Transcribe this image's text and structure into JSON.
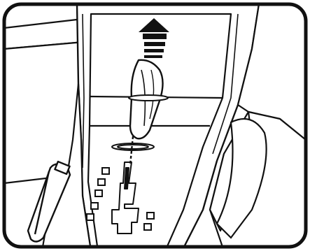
{
  "illustration": {
    "subject": "gear-shift-lever",
    "arrow_direction": "up",
    "gate_slot_count": 8
  },
  "colors": {
    "ink": "#111111",
    "paper": "#ffffff",
    "shade": "#cfcfcf"
  }
}
